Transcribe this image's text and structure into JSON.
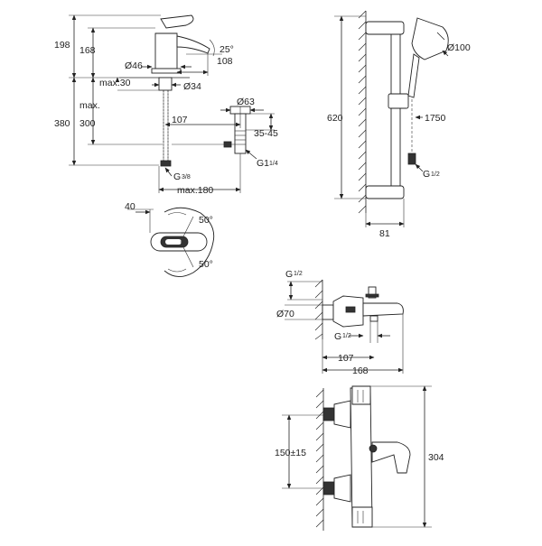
{
  "drawing": {
    "basin_mixer": {
      "dims": {
        "d198": "198",
        "d168": "168",
        "angle25": "25°",
        "d108": "108",
        "dia46": "Ø46",
        "max30": "max.30",
        "dia34": "Ø34",
        "max": "max.",
        "d380": "380",
        "d300": "300",
        "d107": "107",
        "dia63": "Ø63",
        "d3545": "35-45",
        "g14": "G1",
        "g14_frac": "1/4",
        "g38": "G",
        "g38_frac": "3/8",
        "max180": "max.180"
      }
    },
    "handle_top_view": {
      "dims": {
        "d40": "40",
        "angle50a": "50°",
        "angle50b": "50°"
      }
    },
    "shower_set": {
      "dims": {
        "d620": "620",
        "dia100": "Ø100",
        "d1750": "1750",
        "g12": "G",
        "g12_frac": "1/2",
        "d81": "81"
      }
    },
    "bath_mixer_side": {
      "dims": {
        "g12_top": "G",
        "g12_top_frac": "1/2",
        "dia70": "Ø70",
        "g12_bottom": "G",
        "g12_bottom_frac": "1/2",
        "d107": "107",
        "d168": "168"
      }
    },
    "bath_mixer_front": {
      "dims": {
        "d150": "150±15",
        "d304": "304"
      }
    }
  }
}
